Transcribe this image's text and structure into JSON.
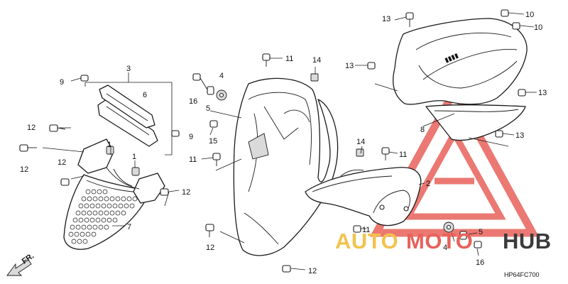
{
  "labels": {
    "l1a": "1",
    "l1b": "1",
    "l2": "2",
    "l3": "3",
    "l4a": "4",
    "l4b": "4",
    "l5a": "5",
    "l5b": "5",
    "l6": "6",
    "l7": "7",
    "l8": "8",
    "l9a": "9",
    "l9b": "9",
    "l10a": "10",
    "l10b": "10",
    "l11a": "11",
    "l11b": "11",
    "l11c": "11",
    "l11d": "11",
    "l12a": "12",
    "l12b": "12",
    "l12c": "12",
    "l12d": "12",
    "l12e": "12",
    "l12f": "12",
    "l13a": "13",
    "l13b": "13",
    "l13c": "13",
    "l13d": "13",
    "l14a": "14",
    "l14b": "14",
    "l15": "15",
    "l16a": "16",
    "l16b": "16"
  },
  "direction_marker": "FR.",
  "diagram_code": "HP64FC700",
  "watermark": {
    "auto": "AUTO",
    "moto": "MOTO",
    "hub": "HUB",
    "colors": {
      "auto": "#f2c34e",
      "moto": "#e8615a",
      "hub": "#3b3b3b",
      "triangle": "#e8615a"
    }
  }
}
